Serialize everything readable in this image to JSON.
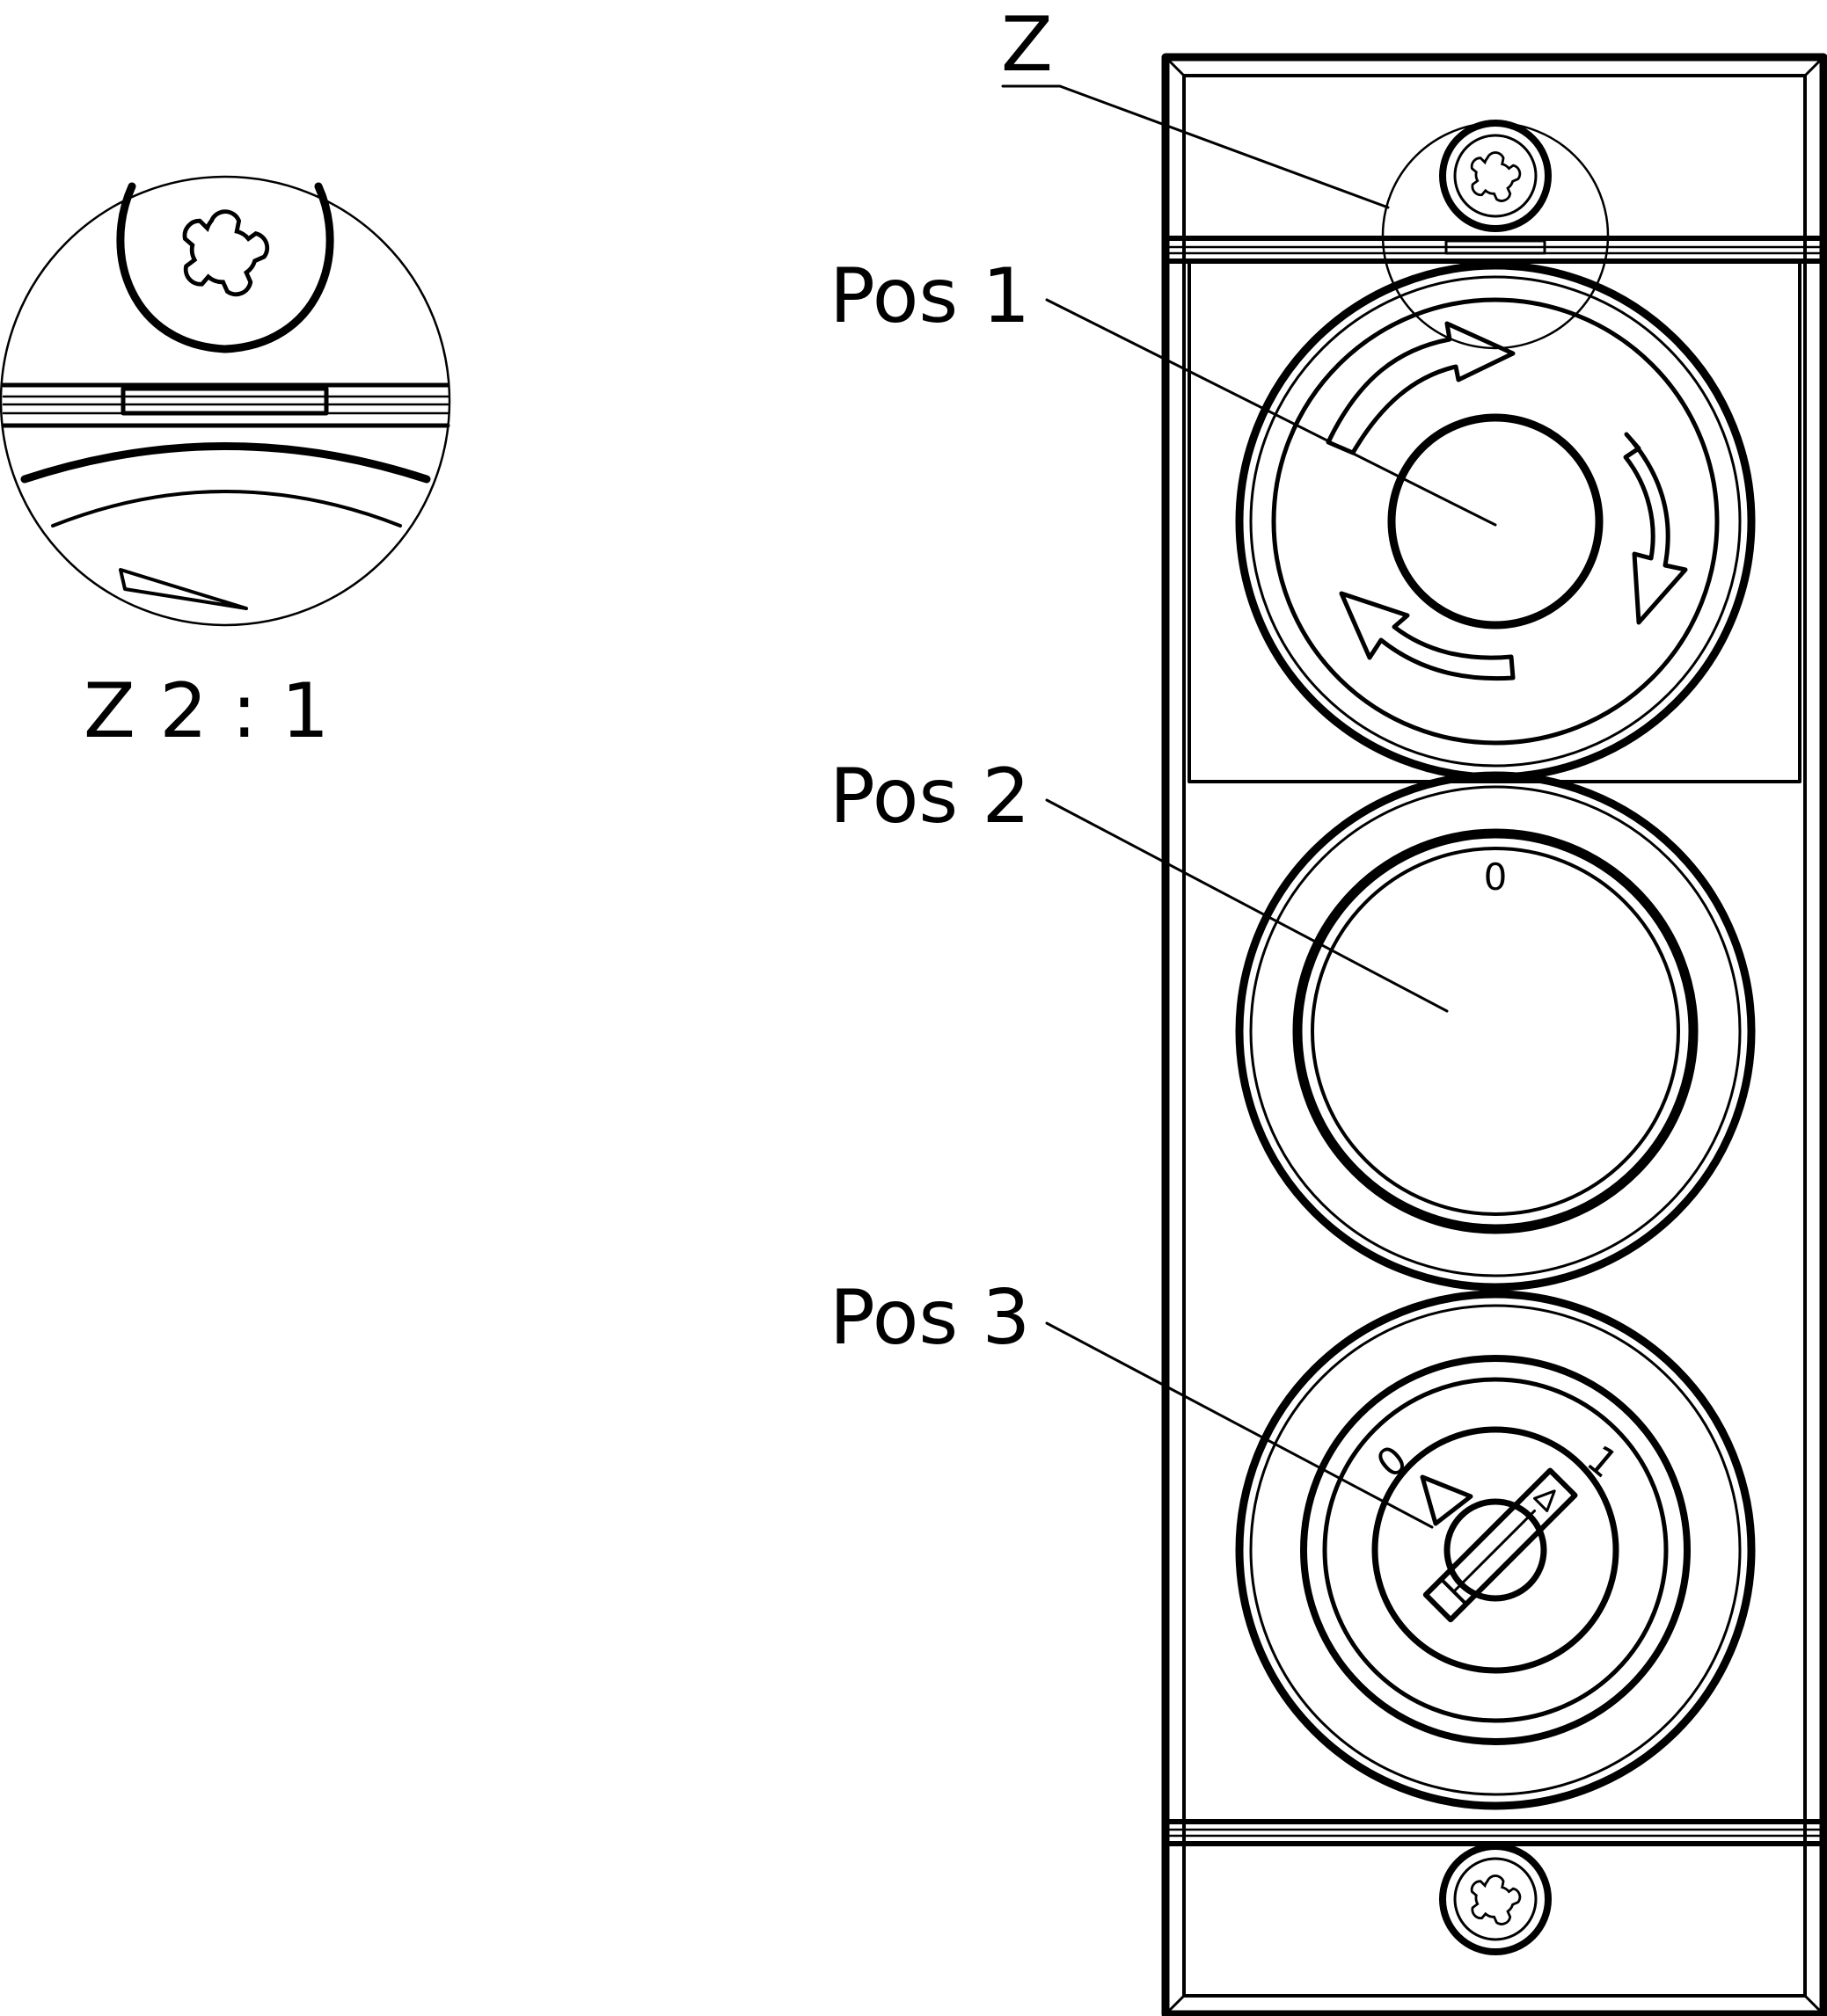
{
  "labels": {
    "detail_marker": "Z",
    "detail_caption": "Z  2 : 1",
    "pos1": "Pos 1",
    "pos2": "Pos 2",
    "pos3": "Pos 3"
  },
  "switch_markings": {
    "off": "0",
    "on": "1"
  },
  "colors": {
    "line": "#000000",
    "background": "#ffffff"
  }
}
